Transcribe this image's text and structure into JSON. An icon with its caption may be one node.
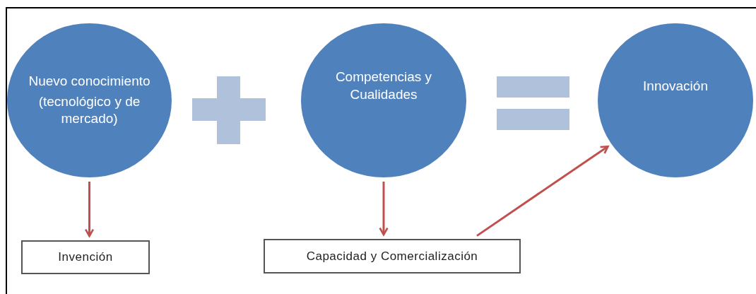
{
  "diagram": {
    "nodes": [
      {
        "text": [
          "Nuevo conocimiento",
          "(tecnológico y de mercado)"
        ]
      },
      {
        "text": [
          "Competencias y Cualidades"
        ]
      },
      {
        "text": [
          "Innovación"
        ]
      },
      {
        "text": [
          "Invención"
        ]
      },
      {
        "text": [
          "Capacidad y Comercialización"
        ]
      }
    ],
    "edges": [
      {
        "from": 0,
        "to": 3,
        "arrow": "to"
      },
      {
        "from": 1,
        "to": 4,
        "arrow": "to"
      },
      {
        "from": 4,
        "to": 2,
        "arrow": "to"
      }
    ]
  }
}
